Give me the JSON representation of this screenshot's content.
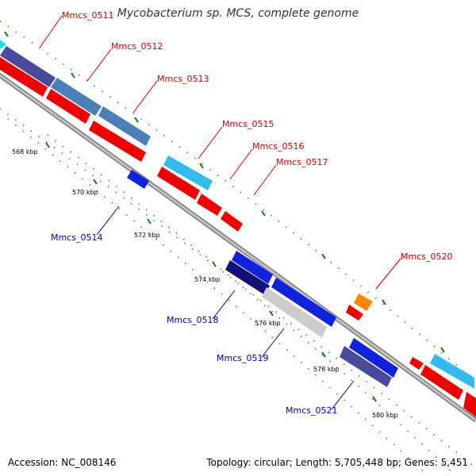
{
  "title": "Mycobacterium sp. MCS, complete genome",
  "footer": {
    "accession": "Accession: NC_008146",
    "topology": "Topology: circular; Length: 5,705,448 bp; Genes: 5,451"
  },
  "colors": {
    "label_red": "#cc0000",
    "label_blue": "#0000aa",
    "backbone": "#999999",
    "tick": "#117711"
  },
  "ticks": [
    "568 kbp",
    "570 kbp",
    "572 kbp",
    "574 kbp",
    "576 kbp",
    "578 kbp",
    "580 kbp"
  ],
  "gene_labels": [
    {
      "text": "Mmcs_0511",
      "strand": "forward"
    },
    {
      "text": "Mmcs_0512",
      "strand": "forward"
    },
    {
      "text": "Mmcs_0513",
      "strand": "forward"
    },
    {
      "text": "Mmcs_0514",
      "strand": "reverse"
    },
    {
      "text": "Mmcs_0515",
      "strand": "forward"
    },
    {
      "text": "Mmcs_0516",
      "strand": "forward"
    },
    {
      "text": "Mmcs_0517",
      "strand": "forward"
    },
    {
      "text": "Mmcs_0518",
      "strand": "reverse"
    },
    {
      "text": "Mmcs_0519",
      "strand": "reverse"
    },
    {
      "text": "Mmcs_0520",
      "strand": "forward"
    },
    {
      "text": "Mmcs_0521",
      "strand": "reverse"
    }
  ]
}
